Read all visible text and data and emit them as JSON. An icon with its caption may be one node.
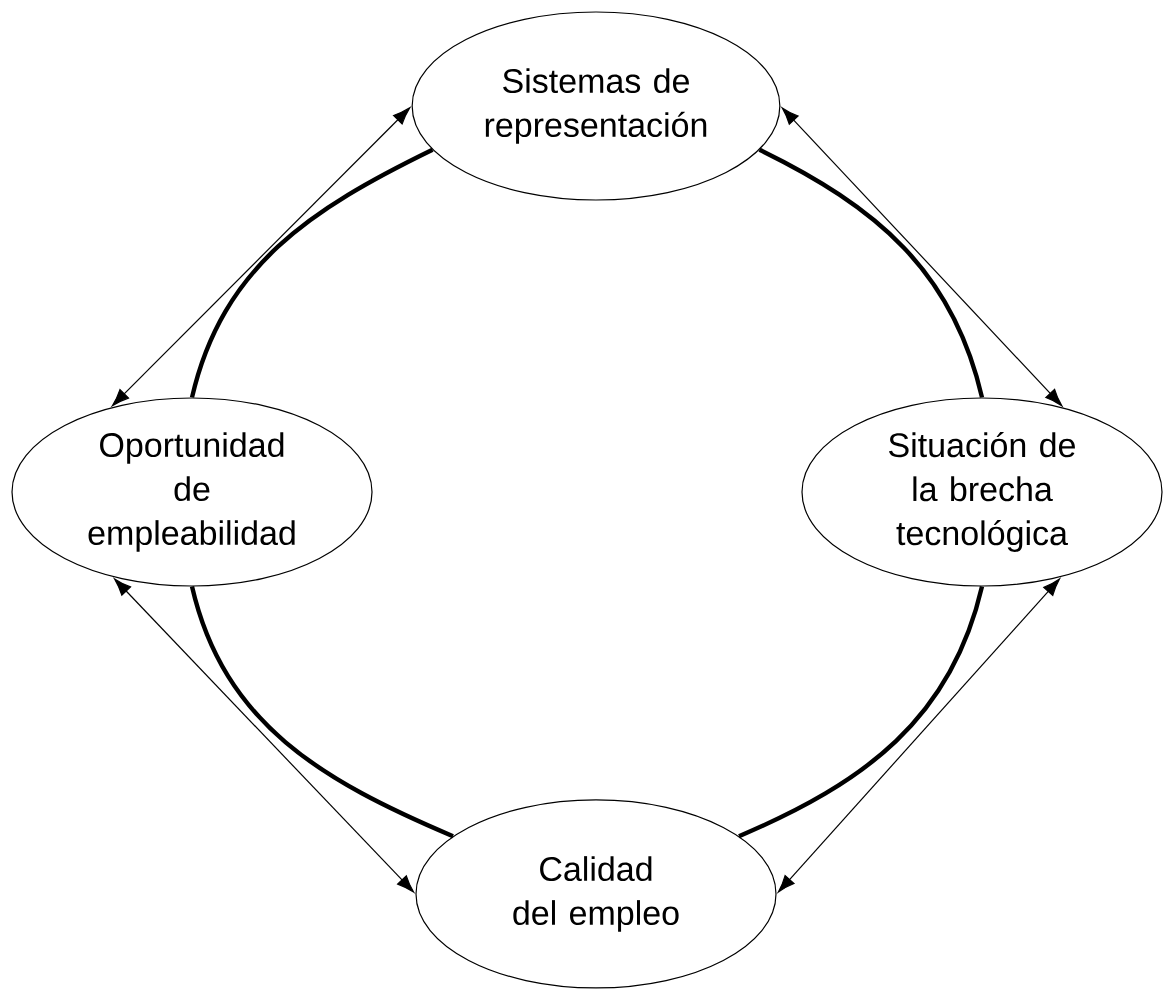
{
  "diagram": {
    "nodes": [
      {
        "text": [
          "Sistemas de representación"
        ]
      },
      {
        "text": [
          "Oportunidad de empleabilidad"
        ]
      },
      {
        "text": [
          "Situación de la brecha tecnológica"
        ]
      },
      {
        "text": [
          "Calidad del empleo"
        ]
      }
    ],
    "edges": [
      {
        "from": 0,
        "to": 1,
        "arrow": "none",
        "style": "thick"
      },
      {
        "from": 0,
        "to": 2,
        "arrow": "none",
        "style": "thick"
      },
      {
        "from": 1,
        "to": 3,
        "arrow": "none",
        "style": "thick"
      },
      {
        "from": 2,
        "to": 3,
        "arrow": "none",
        "style": "thick"
      },
      {
        "from": 0,
        "to": 1,
        "arrow": "both"
      },
      {
        "from": 0,
        "to": 2,
        "arrow": "both"
      },
      {
        "from": 1,
        "to": 3,
        "arrow": "both"
      },
      {
        "from": 2,
        "to": 3,
        "arrow": "both"
      }
    ]
  }
}
